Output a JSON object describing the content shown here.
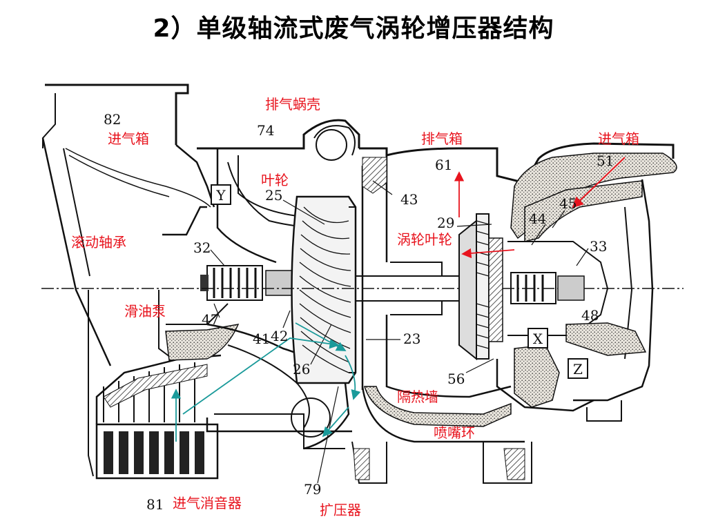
{
  "title": "2）单级轴流式废气涡轮增压器结构",
  "colors": {
    "label": "#e8141e",
    "flow_arrow_red": "#e8141e",
    "flow_arrow_teal": "#1a9a9a",
    "line": "#111111"
  },
  "labels": {
    "exhaust_volute": "排气蜗壳",
    "intake_box_left": "进气箱",
    "exhaust_box": "排气箱",
    "intake_box_right": "进气箱",
    "impeller": "叶轮",
    "rolling_bearing": "滚动轴承",
    "turbine_wheel": "涡轮叶轮",
    "oil_pump": "滑油泵",
    "heat_shield": "隔热墙",
    "nozzle_ring": "喷嘴环",
    "intake_silencer": "进气消音器",
    "diffuser": "扩压器"
  },
  "numbers": {
    "n82": "82",
    "n74": "74",
    "n61": "61",
    "n51": "51",
    "n25": "25",
    "n43": "43",
    "n45": "45",
    "n29": "29",
    "n44": "44",
    "n32": "32",
    "n33": "33",
    "n47": "47",
    "n48": "48",
    "n41": "41",
    "n42": "42",
    "n23": "23",
    "n26": "26",
    "n56": "56",
    "n79": "79",
    "n81": "81"
  },
  "boxes": {
    "y": "Y",
    "x": "X",
    "z": "Z"
  }
}
